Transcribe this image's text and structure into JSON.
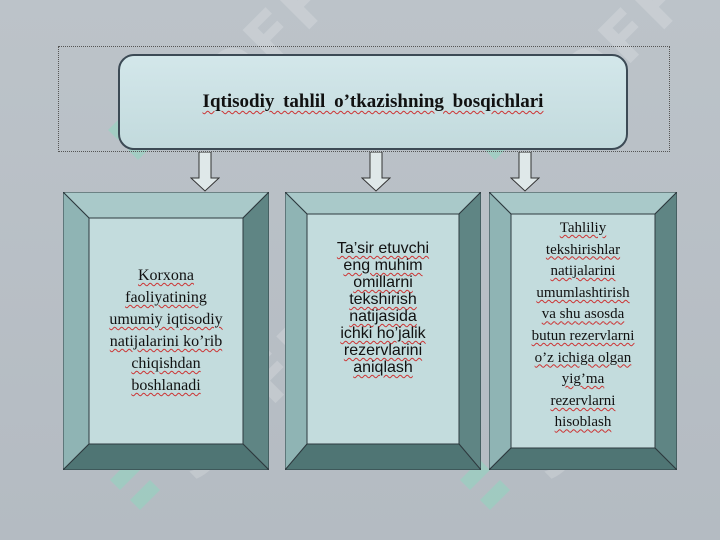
{
  "title": "Iqtisodiy  tahlil o’tkazishning  bosqichlari",
  "boxes": [
    {
      "lines": [
        "Korxona",
        "faoliyatining",
        "umumiy iqtisodiy",
        "natijalarini ko’rib",
        "chiqishdan",
        "boshlanadi"
      ]
    },
    {
      "lines": [
        "Ta’sir etuvchi",
        "eng muhim",
        "omillarni",
        "tekshirish",
        "natijasida",
        "ichki ho’jalik",
        "rezervlarini",
        "aniqlash"
      ]
    },
    {
      "lines": [
        "Tahliliy",
        "tekshirishlar",
        "natijalarini",
        "umumlashtirish",
        "va shu asosda",
        "butun rezervlarni",
        "o’z ichiga  olgan",
        "yig’ma",
        "rezervlarni",
        "hisoblash"
      ]
    }
  ],
  "watermark": "SOFF",
  "colors": {
    "background": "#b9c0c6",
    "title_fill": "#cde3e6",
    "box_face": "#bcd7d8",
    "bevel_light": "#8fb4b4",
    "bevel_dark": "#4f7574"
  }
}
